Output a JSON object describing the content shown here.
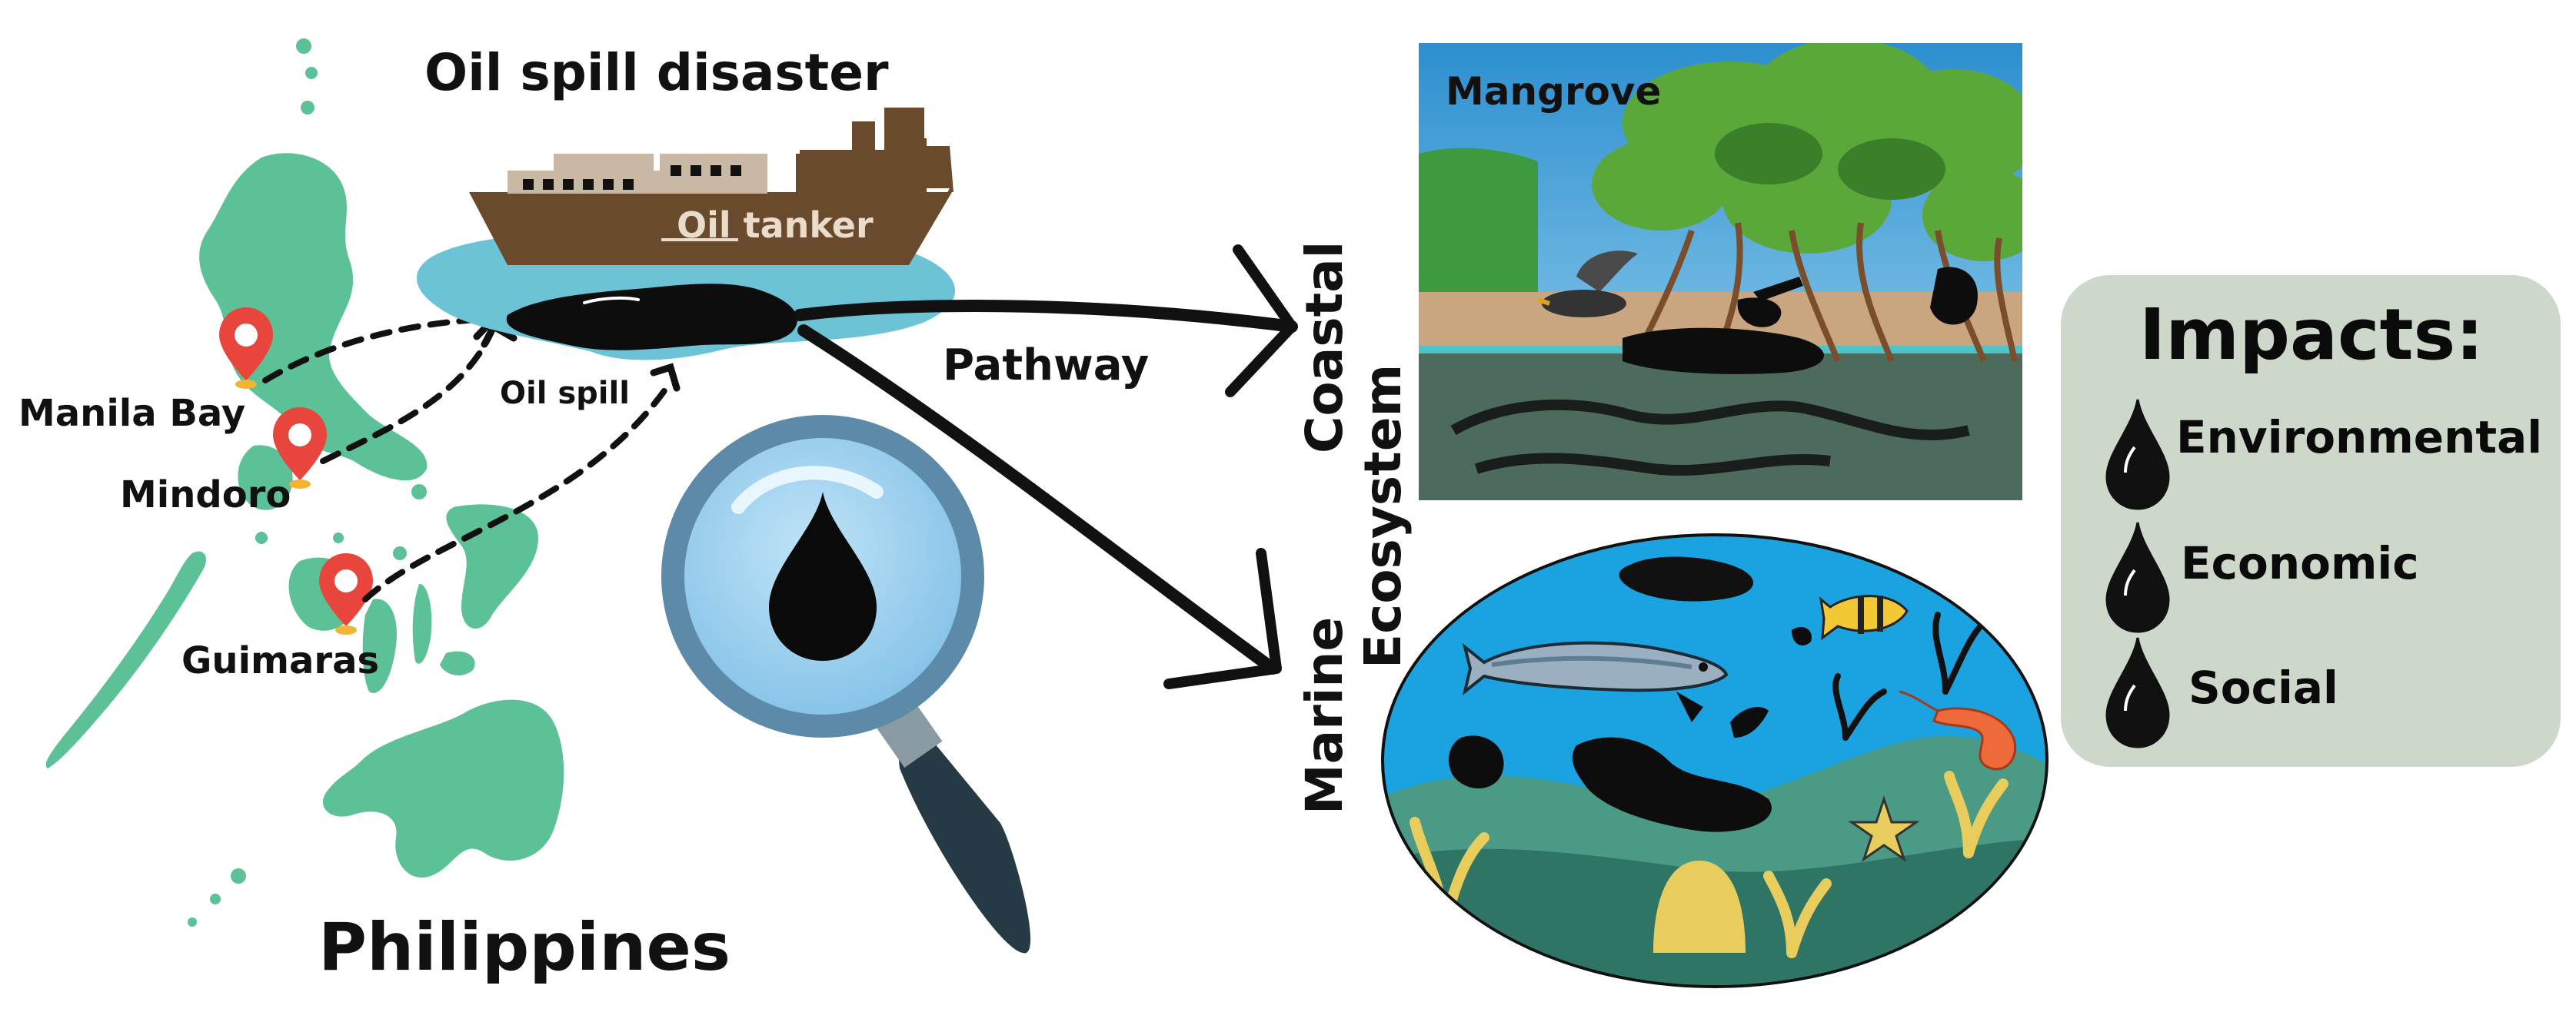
{
  "title": "Oil spill disaster",
  "tanker_label": "Oil tanker",
  "spill_label": "Oil spill",
  "pathway_label": "Pathway",
  "country": "Philippines",
  "locations": [
    "Manila Bay",
    "Mindoro",
    "Guimaras"
  ],
  "ecosystems": {
    "coastal": "Coastal",
    "ecosystem_word": "Ecosystem",
    "marine": "Marine",
    "mangrove": "Mangrove"
  },
  "impacts": {
    "title": "Impacts:",
    "items": [
      "Environmental",
      "Economic",
      "Social"
    ]
  },
  "colors": {
    "land": "#5cc196",
    "ship": "#6a4a2c",
    "water": "#6cc3d6",
    "oil": "#0d0d0d",
    "pin": "#e8453c",
    "impacts_bg": "#cdd8cb",
    "sea": "#1aa3e0"
  },
  "icons": [
    "location-pin-icon",
    "magnifier-icon",
    "oil-drop-icon",
    "fish-icon",
    "shrimp-icon",
    "starfish-icon"
  ]
}
